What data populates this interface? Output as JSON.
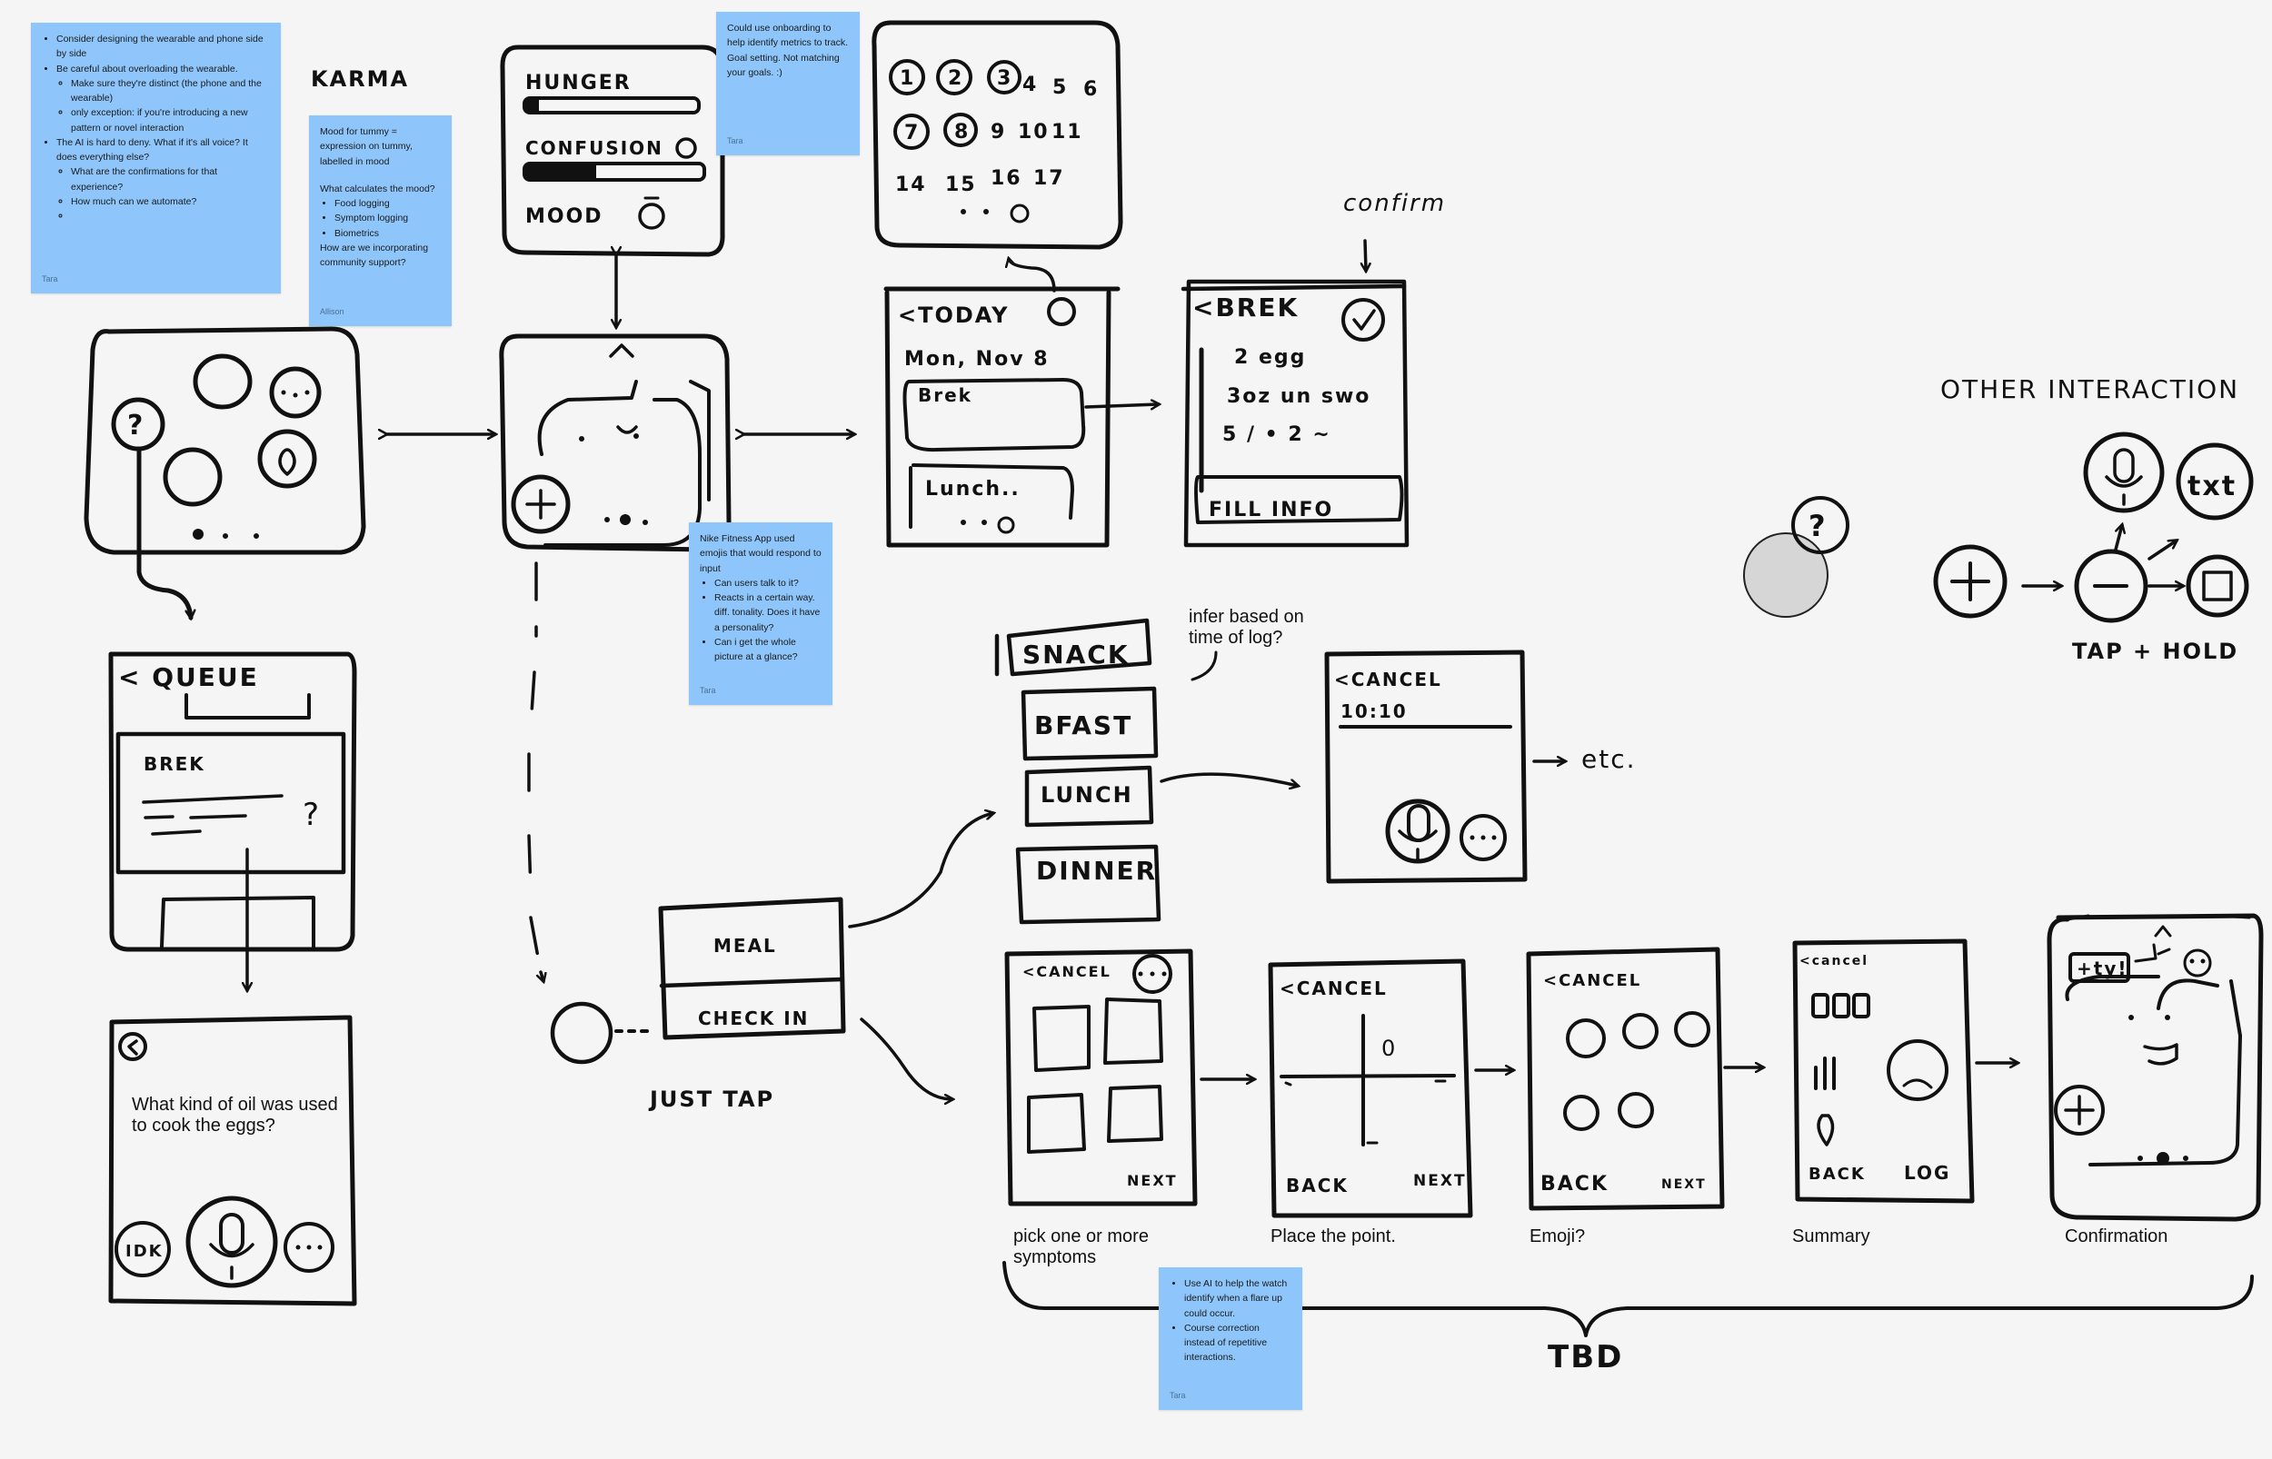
{
  "notes": {
    "n1": {
      "items": [
        "Consider designing the wearable and phone side by side",
        "Be careful about overloading the wearable.",
        "Make sure they're distinct (the phone and the wearable)",
        "only exception: if you're introducing a new pattern or novel interaction",
        "The AI is hard to deny. What if it's all voice? It does everything else?",
        "What are the confirmations for that experience?",
        "How much can we automate?"
      ],
      "author": "Tara"
    },
    "n2": {
      "line1": "Mood for tummy = expression on tummy, labelled in mood",
      "line2": "What calculates the mood?",
      "items": [
        "Food logging",
        "Symptom logging",
        "Biometrics"
      ],
      "line3": "How are we incorporating community support?",
      "author": "Allison"
    },
    "n3": {
      "line1": "Could use onboarding to help identify metrics to track.",
      "line2": "Goal setting. Not matching your goals. :)",
      "author": "Tara"
    },
    "n4": {
      "line1": "Nike Fitness App used emojis that would respond to input",
      "items": [
        "Can users talk to it?",
        "Reacts in a certain way. diff. tonality. Does it have a personality?",
        "Can i get the whole picture at a glance?"
      ],
      "author": "Tara"
    },
    "n5": {
      "items": [
        "Use AI to help the watch identify when a flare up could occur.",
        "Course correction instead of repetitive interactions."
      ],
      "author": "Tara"
    }
  },
  "sketch": {
    "karma": "KARMA",
    "hunger": "HUNGER",
    "confusion": "CONFUSION",
    "mood": "MOOD",
    "today": "<TODAY",
    "date": "Mon, Nov 8",
    "brek_item": "Brek",
    "lunch_item": "Lunch..",
    "confirm": "confirm",
    "brek_title": "<BREK",
    "food1": "2 egg",
    "food2": "3oz un swo",
    "food3": "5 / • 2 ~",
    "fill_info": "FILL INFO",
    "other_interaction": "OTHER INTERACTION",
    "txt": "txt",
    "tap_hold": "TAP + HOLD",
    "queue": "< QUEUE",
    "brek_card": "BREK",
    "question_mark": "?",
    "idk": "IDK",
    "snack": "SNACK",
    "bfast": "BFAST",
    "lunch_tile": "LUNCH",
    "dinner": "DINNER",
    "cancel_time": "<CANCEL",
    "time": "10:10",
    "etc": "etc.",
    "meal": "MEAL",
    "check_in": "CHECK IN",
    "just_tap": "JUST TAP",
    "cancel": "<CANCEL",
    "next": "NEXT",
    "back": "BACK",
    "log": "LOG",
    "cancel_small": "<cancel",
    "ty": "+ty!",
    "tbd": "TBD",
    "cal_row1": [
      "1",
      "2",
      "3",
      "4",
      "5",
      "6"
    ],
    "cal_row2": [
      "7",
      "8",
      "9",
      "10",
      "11"
    ],
    "cal_row3": [
      "14",
      "15",
      "16",
      "17"
    ]
  },
  "labels": {
    "oil_question": "What kind of oil was used to cook the eggs?",
    "infer": "infer based on time of log?",
    "pick": "pick one or more symptoms",
    "place": "Place the point.",
    "emoji": "Emoji?",
    "summary": "Summary",
    "confirmation": "Confirmation"
  },
  "colors": {
    "background": "#f5f5f5",
    "sticky_note": "#8ec6fb",
    "ink": "#111111",
    "gray_circle": "#d6d6d6"
  }
}
